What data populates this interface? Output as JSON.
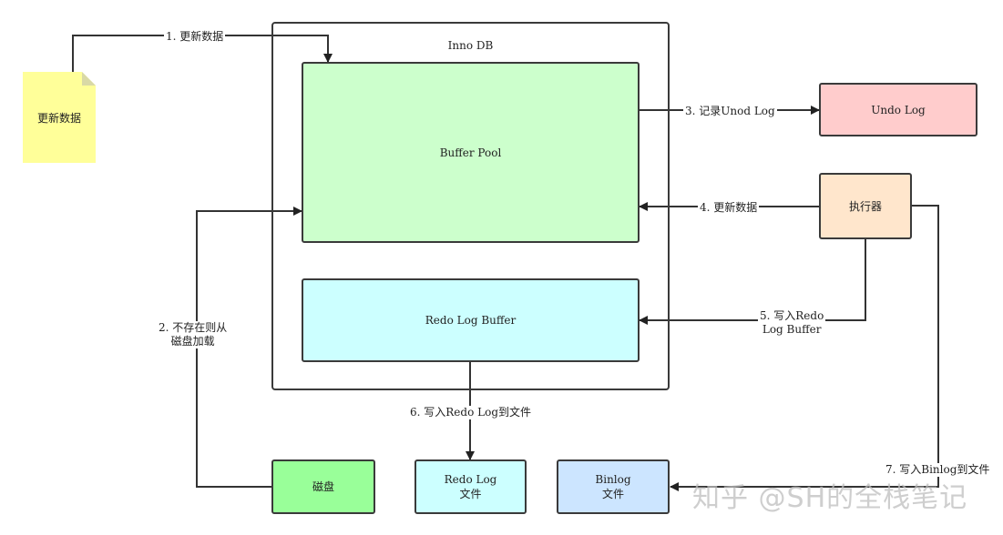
{
  "title": "Inno DB",
  "note": {
    "label": "更新数据"
  },
  "nodes": {
    "buffer_pool": "Buffer Pool",
    "redo_log_buffer": "Redo Log Buffer",
    "undo_log": "Undo Log",
    "executor": "执行器",
    "disk": "磁盘",
    "redo_log_file": "Redo Log\n文件",
    "binlog_file": "Binlog\n文件"
  },
  "edges": {
    "e1": "1. 更新数据",
    "e2": "2. 不存在则从\n磁盘加载",
    "e3": "3. 记录Unod Log",
    "e4": "4. 更新数据",
    "e5": "5. 写入Redo\nLog Buffer",
    "e6": "6. 写入Redo Log到文件",
    "e7": "7. 写入Binlog到文件"
  },
  "watermark": "知乎 @SH的全栈笔记",
  "colors": {
    "note": "#ffff99",
    "buffer_pool": "#ccffcc",
    "redo_log_buffer": "#ccffff",
    "undo_log": "#ffcccc",
    "executor": "#ffe6cc",
    "disk": "#99ff99",
    "redo_log_file": "#ccffff",
    "binlog_file": "#cce5ff"
  }
}
